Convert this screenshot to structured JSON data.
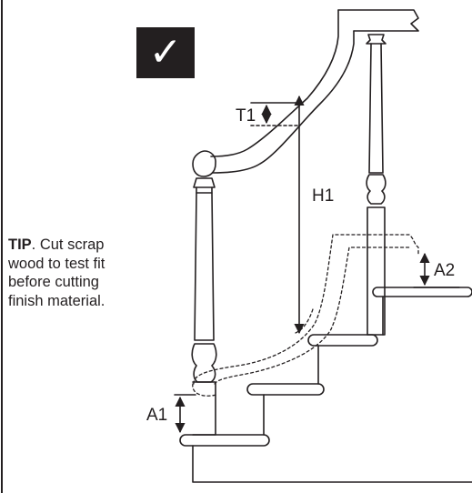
{
  "colors": {
    "ink": "#231f20",
    "badge_background": "#231f20",
    "badge_glyph": "#ffffff"
  },
  "badge": {
    "icon": "checkmark-icon",
    "glyph": "✓"
  },
  "tip": {
    "label": "TIP",
    "lines": [
      ". Cut scrap",
      "wood to test fit",
      "before cutting",
      "finish material."
    ]
  },
  "dimensions": {
    "t1": "T1",
    "h1": "H1",
    "a1": "A1",
    "a2": "A2"
  }
}
